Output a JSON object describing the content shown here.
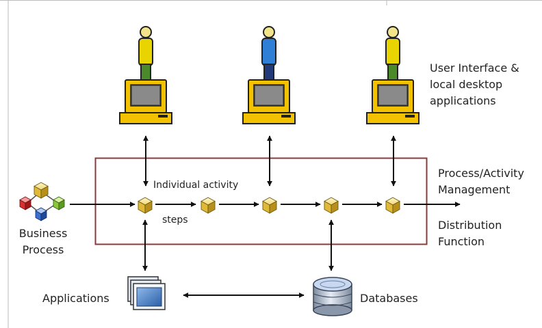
{
  "labels": {
    "ui_line1": "User Interface &",
    "ui_line2": "local desktop",
    "ui_line3": "applications",
    "pam_line1": "Process/Activity",
    "pam_line2": "Management",
    "dist_line1": "Distribution",
    "dist_line2": "Function",
    "individual_activity": "Individual activity",
    "steps": "steps",
    "bp_line1": "Business",
    "bp_line2": "Process",
    "applications": "Applications",
    "databases": "Databases"
  },
  "colors": {
    "person_1_shirt": "#e8d400",
    "person_2_shirt": "#2f7fd6",
    "person_3_shirt": "#e8d400",
    "monitor_yellow": "#f2c200",
    "box_border": "#8b3a3a",
    "cube_yellow": "#f0d060"
  },
  "icons": {
    "person": "person-icon",
    "computer": "computer-icon",
    "activity_node": "cube-icon",
    "business_process": "business-process-icon",
    "applications": "windows-stack-icon",
    "databases": "database-icon"
  }
}
